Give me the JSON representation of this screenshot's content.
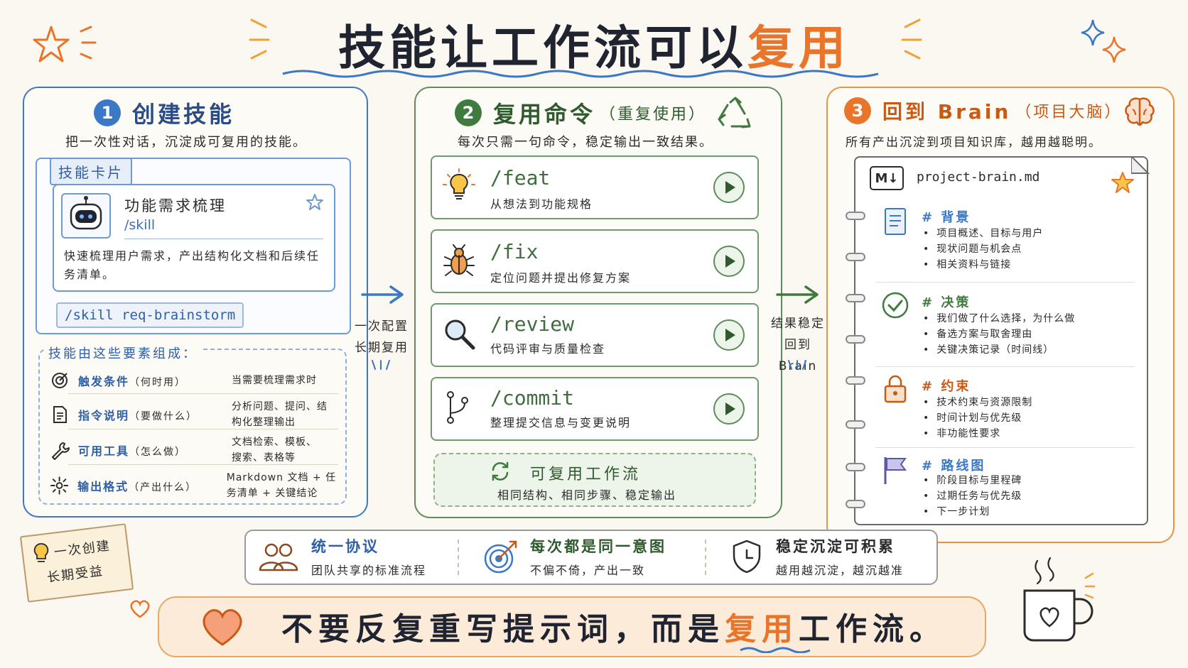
{
  "title": {
    "main": "技能让工作流可以",
    "highlight": "复用"
  },
  "panel1": {
    "number": "1",
    "heading": "创建技能",
    "desc": "把一次性对话，沉淀成可复用的技能。",
    "card_tab": "技能卡片",
    "card_title": "功能需求梳理",
    "card_cmd": "/skill",
    "card_desc": "快速梳理用户需求，产出结构化文档和后续任务清单。",
    "command_example": "/skill req-brainstorm",
    "elements_title": "技能由这些要素组成：",
    "elements": [
      {
        "name": "触发条件",
        "hint": "（何时用）",
        "value": "当需要梳理需求时"
      },
      {
        "name": "指令说明",
        "hint": "（要做什么）",
        "value": "分析问题、提问、结构化整理输出"
      },
      {
        "name": "可用工具",
        "hint": "（怎么做）",
        "value": "文档检索、模板、搜索、表格等"
      },
      {
        "name": "输出格式",
        "hint": "（产出什么）",
        "value": "Markdown 文档 + 任务清单 + 关键结论"
      }
    ]
  },
  "flow1": {
    "line1": "一次配置",
    "line2": "长期复用"
  },
  "panel2": {
    "number": "2",
    "heading": "复用命令",
    "heading_sub": "（重复使用）",
    "desc": "每次只需一句命令，稳定输出一致结果。",
    "commands": [
      {
        "name": "/feat",
        "desc": "从想法到功能规格",
        "icon": "lightbulb-icon"
      },
      {
        "name": "/fix",
        "desc": "定位问题并提出修复方案",
        "icon": "bug-icon"
      },
      {
        "name": "/review",
        "desc": "代码评审与质量检查",
        "icon": "magnifier-icon"
      },
      {
        "name": "/commit",
        "desc": "整理提交信息与变更说明",
        "icon": "git-branch-icon"
      }
    ],
    "reuse_title": "可复用工作流",
    "reuse_desc": "相同结构、相同步骤、稳定输出"
  },
  "flow2": {
    "line1": "结果稳定",
    "line2": "回到 Brain"
  },
  "panel3": {
    "number": "3",
    "heading": "回到 Brain",
    "heading_sub": "（项目大脑）",
    "desc": "所有产出沉淀到项目知识库，越用越聪明。",
    "md_badge": "M↓",
    "doc_file": "project-brain.md",
    "sections": [
      {
        "title": "# 背景",
        "items": [
          "项目概述、目标与用户",
          "现状问题与机会点",
          "相关资料与链接"
        ]
      },
      {
        "title": "# 决策",
        "items": [
          "我们做了什么选择，为什么做",
          "备选方案与取舍理由",
          "关键决策记录（时间线）"
        ]
      },
      {
        "title": "# 约束",
        "items": [
          "技术约束与资源限制",
          "时间计划与优先级",
          "非功能性要求"
        ]
      },
      {
        "title": "# 路线图",
        "items": [
          "阶段目标与里程碑",
          "过期任务与优先级",
          "下一步计划"
        ]
      }
    ]
  },
  "benefits": [
    {
      "title": "统一协议",
      "desc": "团队共享的标准流程"
    },
    {
      "title": "每次都是同一意图",
      "desc": "不偏不倚，产出一致"
    },
    {
      "title": "稳定沉淀可积累",
      "desc": "越用越沉淀，越沉越准"
    }
  ],
  "note": {
    "line1": "一次创建",
    "line2": "长期受益"
  },
  "banner": {
    "before": "不要反复重写提示词，而是",
    "highlight": "复用",
    "after": "工作流。"
  },
  "colors": {
    "blue": "#3b78c6",
    "green": "#5c8d5a",
    "orange": "#ee9440",
    "accent": "#e8752a"
  }
}
